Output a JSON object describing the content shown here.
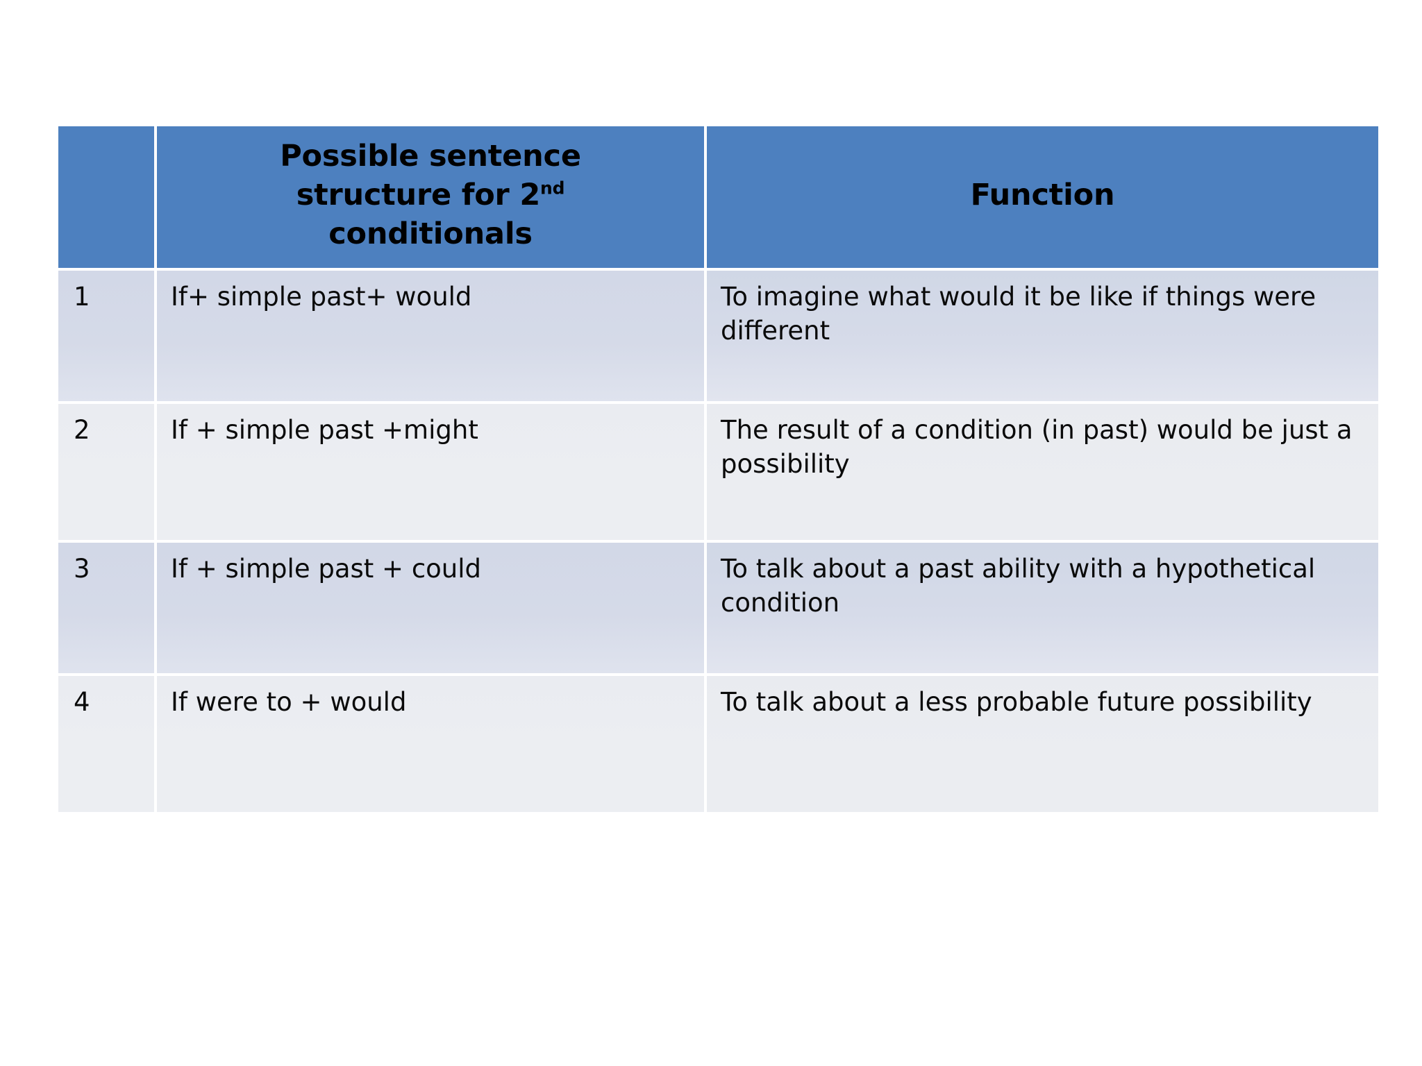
{
  "slide": {
    "background_color": "#ffffff"
  },
  "table": {
    "header": {
      "index_label": "",
      "structure_label_line1": "Possible sentence",
      "structure_label_line2_prefix": "structure for 2",
      "structure_label_line2_sup": "nd",
      "structure_label_line3": "conditionals",
      "function_label": "Function",
      "background_color": "#4d80bf",
      "text_color": "#000000"
    },
    "columns": [
      "",
      "Possible sentence structure for 2nd conditionals",
      "Function"
    ],
    "rows": [
      {
        "index": "1",
        "structure": "If+ simple past+ would",
        "function": "To imagine what would it be like if things were different",
        "band": "band-a"
      },
      {
        "index": "2",
        "structure": "If + simple past +might",
        "function": "The result of a condition (in past) would be just a possibility",
        "band": "band-b"
      },
      {
        "index": "3",
        "structure": "If + simple past + could",
        "function": " To talk about a past ability  with a hypothetical condition",
        "band": "band-a"
      },
      {
        "index": "4",
        "structure": "If were to + would",
        "function": "To talk about a less probable future possibility",
        "band": "band-b"
      }
    ],
    "colors": {
      "header_fill": "#4d80bf",
      "band_a_fill": "#d5dae8",
      "band_b_fill": "#ebedf1",
      "grid_gap": "#ffffff",
      "body_text": "#0a0a0a"
    }
  }
}
